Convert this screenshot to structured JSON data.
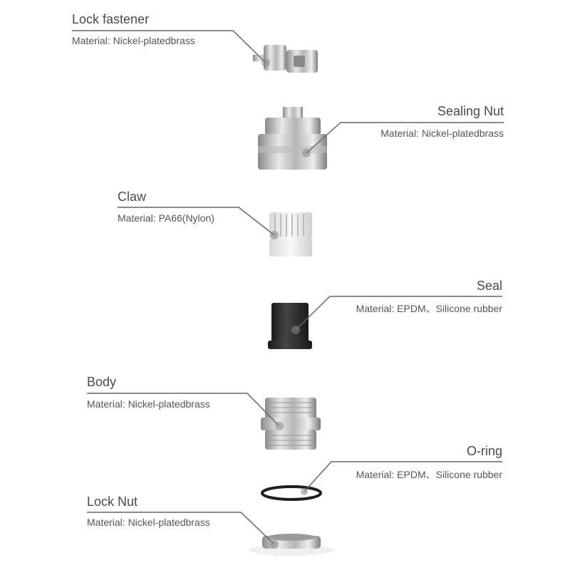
{
  "parts": [
    {
      "name": "Lock fastener",
      "material": "Material: Nickel-platedbrass"
    },
    {
      "name": "Sealing Nut",
      "material": "Material: Nickel-platedbrass"
    },
    {
      "name": "Claw",
      "material": "Material: PA66(Nylon)"
    },
    {
      "name": "Seal",
      "material": "Material: EPDM、Silicone rubber"
    },
    {
      "name": "Body",
      "material": "Material: Nickel-platedbrass"
    },
    {
      "name": "O-ring",
      "material": "Material: EPDM、Silicone rubber"
    },
    {
      "name": "Lock Nut",
      "material": "Material: Nickel-platedbrass"
    }
  ],
  "colors": {
    "leader": "#666666",
    "metal": "#c8c8c8",
    "rubber": "#2e2e2e",
    "nylon": "#f2f2f2"
  }
}
